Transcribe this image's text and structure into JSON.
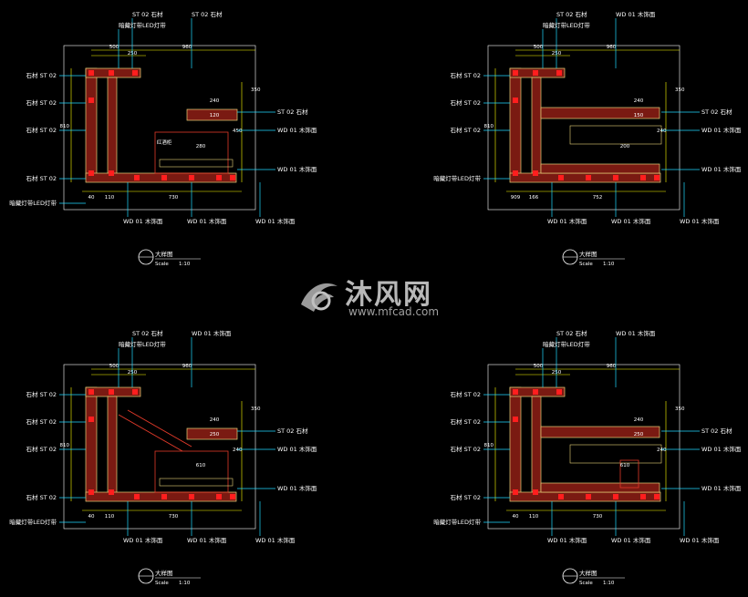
{
  "drawings": [
    {
      "id": "A",
      "title": "大样图",
      "scale_label": "Scale",
      "scale_value": "1:10",
      "dims": {
        "top1": "500",
        "top2": "250",
        "top3": "960",
        "right1": "350",
        "left": "810",
        "mid1": "240",
        "mid2": "120",
        "mid3": "280",
        "mid4": "450",
        "bot1": "730",
        "bot2": "40",
        "bot3": "110"
      },
      "labels": {
        "top": [
          "ST 02 石材",
          "ST 02 石材",
          "暗藏灯带LED灯带"
        ],
        "left": [
          "石材 ST 02",
          "石材 ST 02",
          "石材 ST 02",
          "石材 ST 02",
          "暗藏灯带LED灯带"
        ],
        "right": [
          "ST 02 石材",
          "WD 01 木饰面",
          "WD 01 木饰面"
        ],
        "bottom": [
          "WD 01 木饰面",
          "WD 01 木饰面",
          "WD 01 木饰面"
        ],
        "center": "红酒柜"
      }
    },
    {
      "id": "B",
      "title": "大样图",
      "scale_label": "Scale",
      "scale_value": "1:10",
      "dims": {
        "top1": "500",
        "top2": "250",
        "top3": "960",
        "right1": "350",
        "left": "810",
        "mid1": "240",
        "mid2": "150",
        "mid3": "200",
        "mid4": "240",
        "bot1": "752",
        "bot2": "909",
        "bot3": "166"
      },
      "labels": {
        "top": [
          "ST 02 石材",
          "WD 01 木饰面",
          "暗藏灯带LED灯带"
        ],
        "left": [
          "石材 ST 02",
          "石材 ST 02",
          "石材 ST 02",
          "暗藏灯带LED灯带"
        ],
        "right": [
          "ST 02 石材",
          "WD 01 木饰面",
          "WD 01 木饰面"
        ],
        "bottom": [
          "WD 01 木饰面",
          "WD 01 木饰面",
          "WD 01 木饰面"
        ],
        "center": ""
      }
    },
    {
      "id": "C",
      "title": "大样图",
      "scale_label": "Scale",
      "scale_value": "1:10",
      "dims": {
        "top1": "500",
        "top2": "250",
        "top3": "960",
        "right1": "350",
        "left": "810",
        "mid1": "240",
        "mid2": "250",
        "mid3": "610",
        "mid4": "240",
        "bot1": "730",
        "bot2": "40",
        "bot3": "110"
      },
      "labels": {
        "top": [
          "ST 02 石材",
          "WD 01 木饰面",
          "暗藏灯带LED灯带"
        ],
        "left": [
          "石材 ST 02",
          "石材 ST 02",
          "石材 ST 02",
          "石材 ST 02",
          "暗藏灯带LED灯带"
        ],
        "right": [
          "ST 02 石材",
          "WD 01 木饰面",
          "WD 01 木饰面"
        ],
        "bottom": [
          "WD 01 木饰面",
          "WD 01 木饰面",
          "WD 01 木饰面"
        ],
        "center": ""
      }
    },
    {
      "id": "D",
      "title": "大样图",
      "scale_label": "Scale",
      "scale_value": "1:10",
      "dims": {
        "top1": "500",
        "top2": "250",
        "top3": "960",
        "right1": "350",
        "left": "810",
        "mid1": "240",
        "mid2": "250",
        "mid3": "610",
        "mid4": "240",
        "bot1": "730",
        "bot2": "40",
        "bot3": "110"
      },
      "labels": {
        "top": [
          "ST 02 石材",
          "WD 01 木饰面",
          "暗藏灯带LED灯带"
        ],
        "left": [
          "石材 ST 02",
          "石材 ST 02",
          "石材 ST 02",
          "石材 ST 02",
          "暗藏灯带LED灯带"
        ],
        "right": [
          "ST 02 石材",
          "WD 01 木饰面",
          "WD 01 木饰面"
        ],
        "bottom": [
          "WD 01 木饰面",
          "WD 01 木饰面",
          "WD 01 木饰面"
        ],
        "center": ""
      }
    }
  ],
  "watermark": {
    "cn": "沐风网",
    "url": "www.mfcad.com"
  },
  "colors": {
    "background": "#000000",
    "wall": "#7a1a12",
    "wall_edge": "#e7d27a",
    "node": "#ff1e1e",
    "dim": "#ffff00",
    "leader": "#20d8ff",
    "frame": "#ffffff",
    "text": "#ffffff",
    "furniture": "#e23a2a"
  }
}
